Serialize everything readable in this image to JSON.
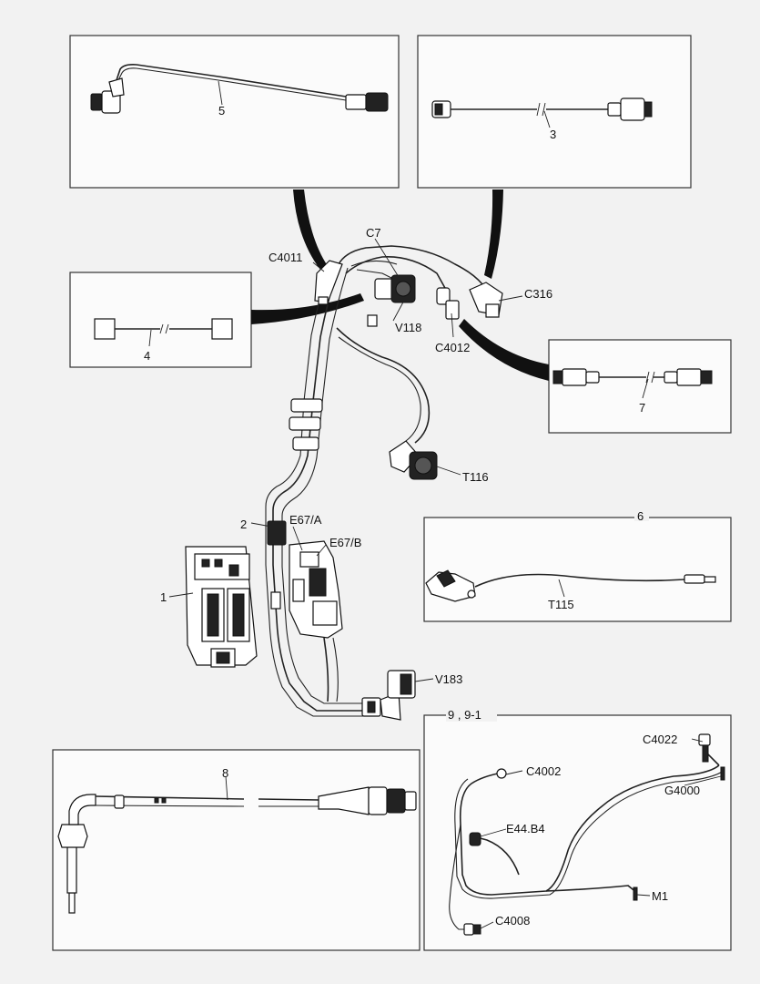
{
  "callouts": {
    "item_1": "1",
    "item_2": "2",
    "item_3": "3",
    "item_4": "4",
    "item_5": "5",
    "item_6": "6",
    "item_7": "7",
    "item_8": "8",
    "item_9_group": "9 , 9-1"
  },
  "connectors": {
    "c4011": "C4011",
    "c7": "C7",
    "v118": "V118",
    "c4012": "C4012",
    "c316": "C316",
    "t116": "T116",
    "e67a": "E67/A",
    "e67b": "E67/B",
    "v183": "V183",
    "t115": "T115",
    "c4022": "C4022",
    "c4002": "C4002",
    "g4000": "G4000",
    "e44b4": "E44.B4",
    "m1": "M1",
    "c4008": "C4008"
  }
}
